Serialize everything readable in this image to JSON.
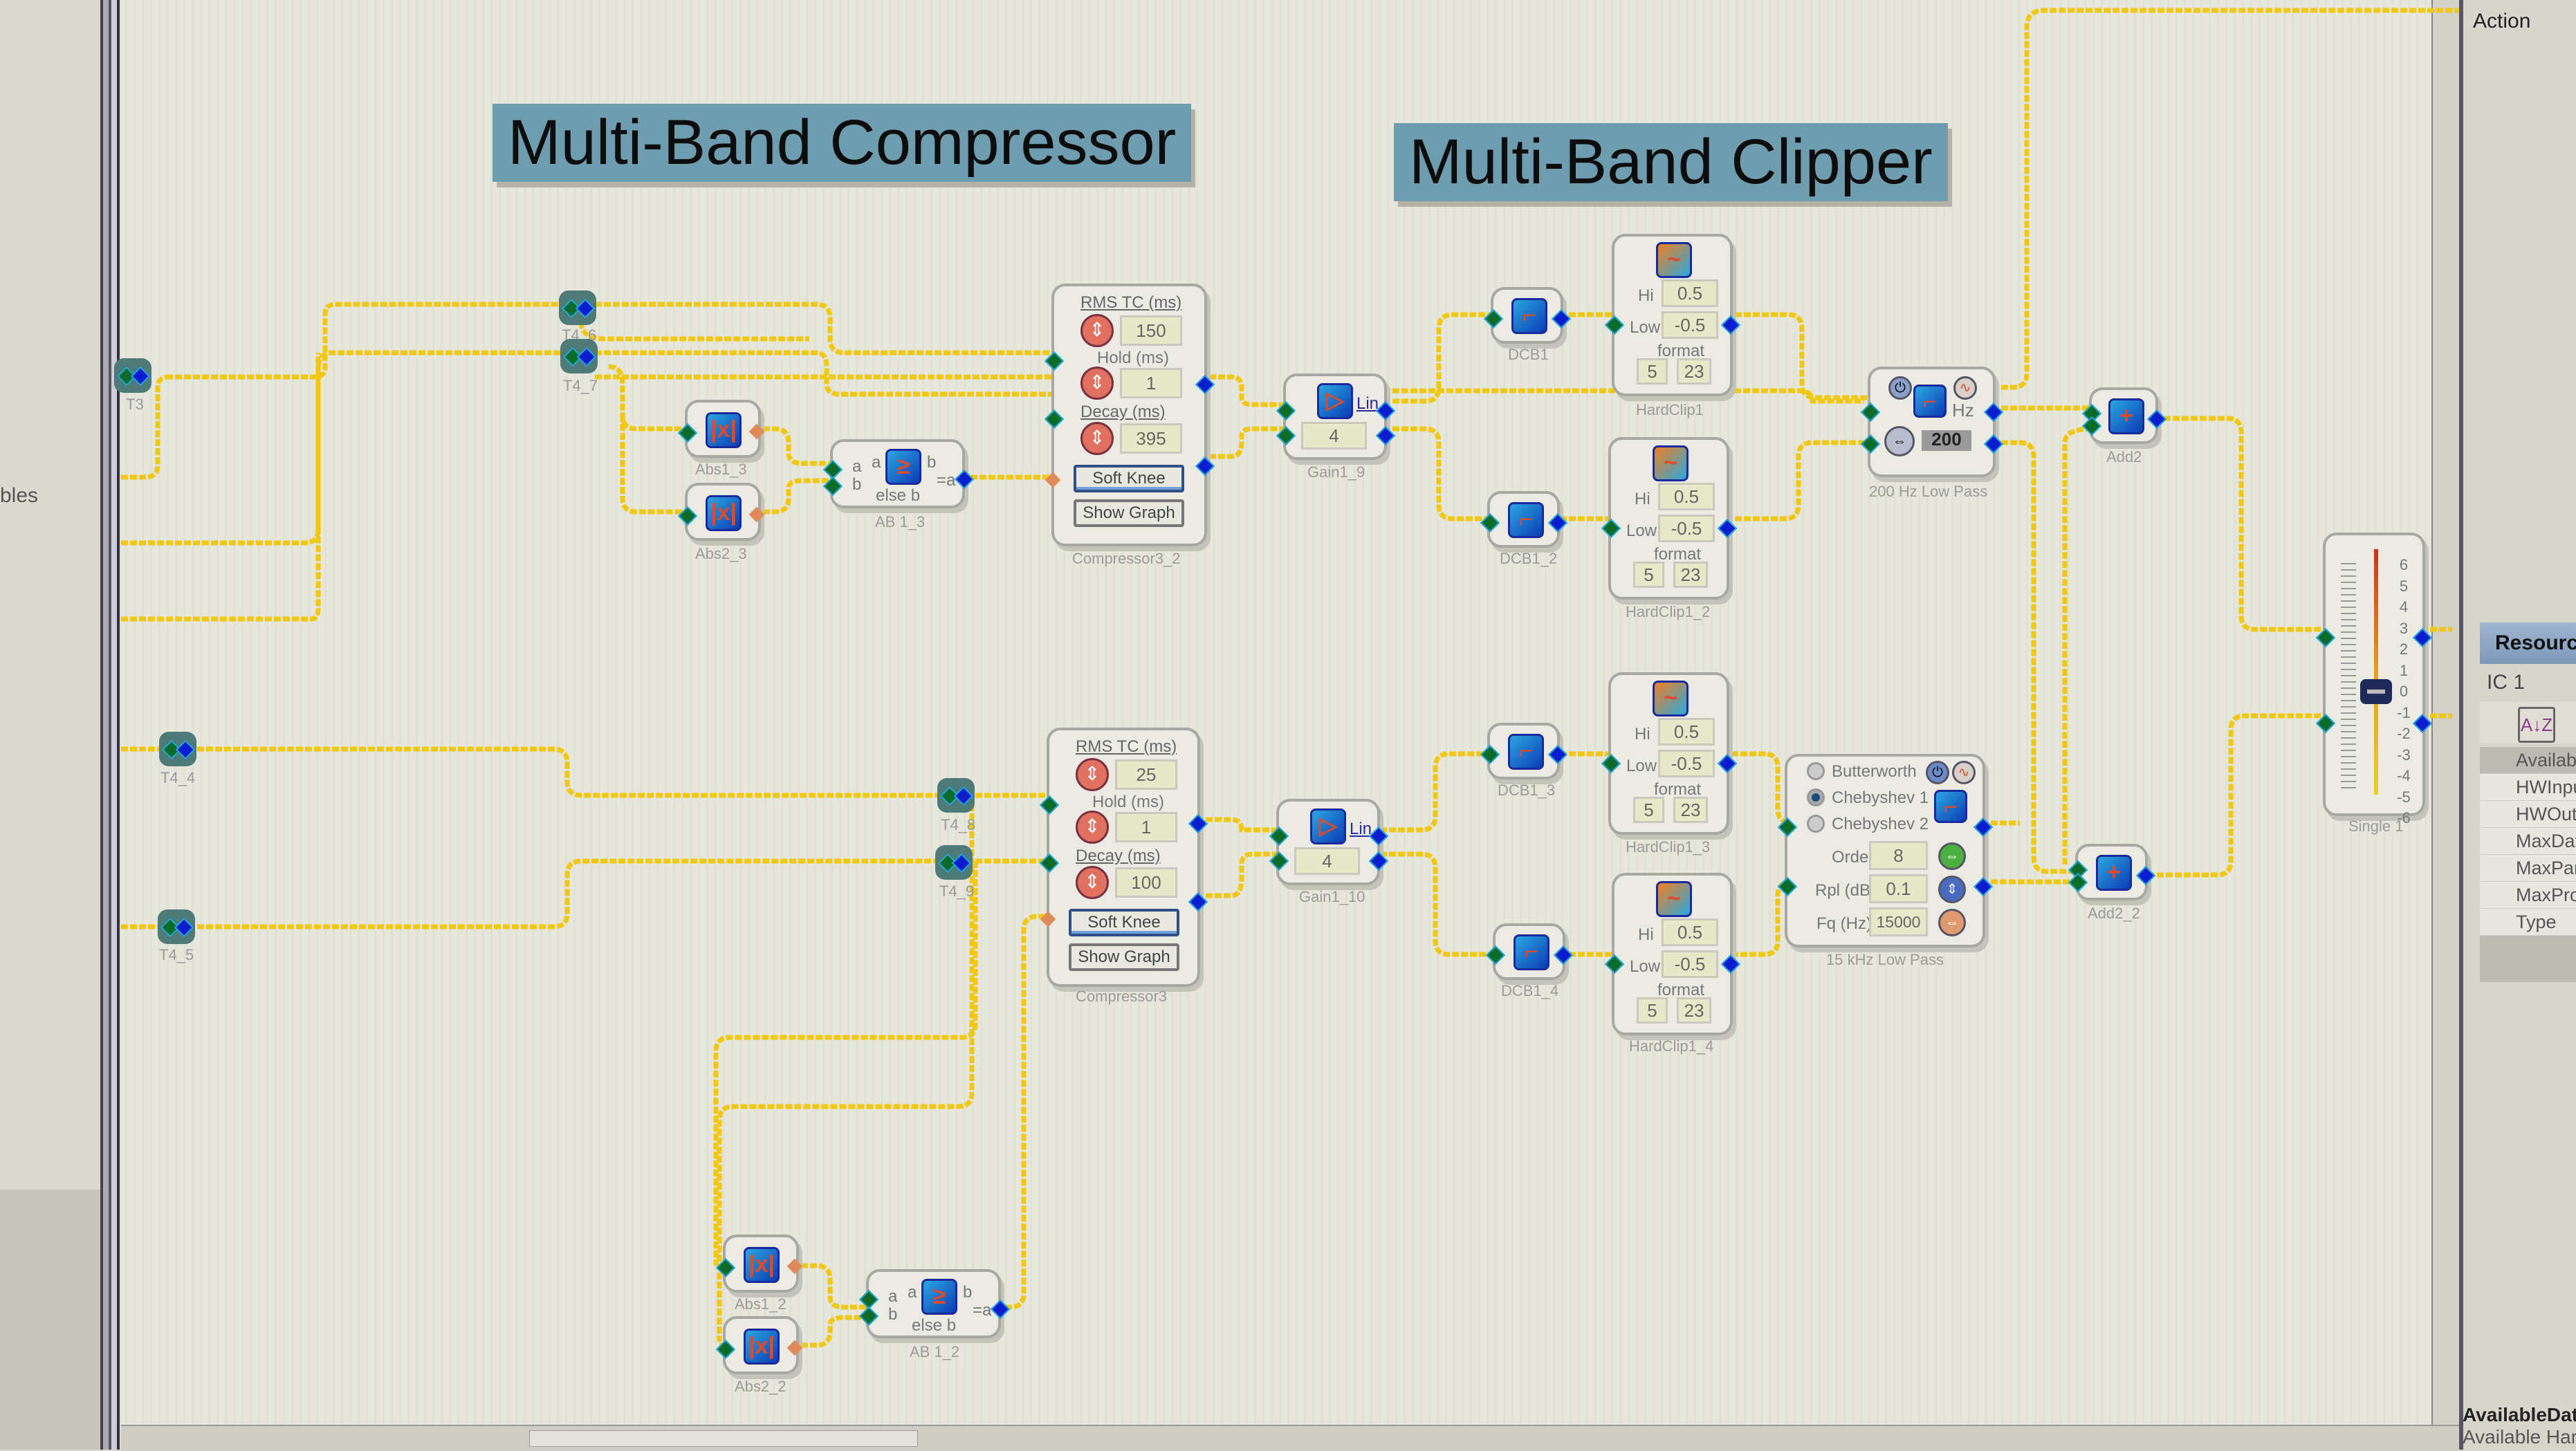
{
  "left_panel": {
    "partial_label": "bles"
  },
  "right_panel": {
    "action_header": "Action",
    "resources_title": "Resource",
    "ic_label": "IC 1",
    "sort_button": "A↓Z",
    "properties": [
      "Availab",
      "HWInpu",
      "HWOutp",
      "MaxDat",
      "MaxPar",
      "MaxPro",
      "Type"
    ],
    "bottom_title": "AvailableDat",
    "bottom_desc": "Available Hard"
  },
  "titles": {
    "compressor": "Multi-Band Compressor",
    "clipper": "Multi-Band Clipper"
  },
  "t_nodes": [
    "T3",
    "T4_6",
    "T4_7",
    "T4_4",
    "T4_5",
    "T4_8",
    "T4_9"
  ],
  "abs_blocks": [
    {
      "name": "Abs1_3",
      "icon": "|x|"
    },
    {
      "name": "Abs2_3",
      "icon": "|x|"
    },
    {
      "name": "Abs1_2",
      "icon": "|x|"
    },
    {
      "name": "Abs2_2",
      "icon": "|x|"
    }
  ],
  "ab_blocks": [
    {
      "name": "AB 1_3",
      "in_a": "a",
      "in_b": "b",
      "sym_a": "a",
      "sym_b": "b",
      "else": "else b",
      "out": "=a",
      "icon": "≥"
    },
    {
      "name": "AB 1_2",
      "in_a": "a",
      "in_b": "b",
      "sym_a": "a",
      "sym_b": "b",
      "else": "else b",
      "out": "=a",
      "icon": "≥"
    }
  ],
  "compressors": [
    {
      "name": "Compressor3_2",
      "rms_label": "RMS TC (ms)",
      "rms_value": "150",
      "hold_label": "Hold (ms)",
      "hold_value": "1",
      "decay_label": "Decay (ms)",
      "decay_value": "395",
      "soft_knee": "Soft Knee",
      "show_graph": "Show Graph"
    },
    {
      "name": "Compressor3",
      "rms_label": "RMS TC (ms)",
      "rms_value": "25",
      "hold_label": "Hold (ms)",
      "hold_value": "1",
      "decay_label": "Decay (ms)",
      "decay_value": "100",
      "soft_knee": "Soft Knee",
      "show_graph": "Show Graph"
    }
  ],
  "gains": [
    {
      "name": "Gain1_9",
      "mode": "Lin",
      "value": "4"
    },
    {
      "name": "Gain1_10",
      "mode": "Lin",
      "value": "4"
    }
  ],
  "dcbs": [
    "DCB1",
    "DCB1_2",
    "DCB1_3",
    "DCB1_4"
  ],
  "hardclips": [
    {
      "name": "HardClip1",
      "hi_label": "Hi",
      "hi": "0.5",
      "low_label": "Low",
      "low": "-0.5",
      "format_label": "format",
      "fmt_a": "5",
      "fmt_b": "23"
    },
    {
      "name": "HardClip1_2",
      "hi_label": "Hi",
      "hi": "0.5",
      "low_label": "Low",
      "low": "-0.5",
      "format_label": "format",
      "fmt_a": "5",
      "fmt_b": "23"
    },
    {
      "name": "HardClip1_3",
      "hi_label": "Hi",
      "hi": "0.5",
      "low_label": "Low",
      "low": "-0.5",
      "format_label": "format",
      "fmt_a": "5",
      "fmt_b": "23"
    },
    {
      "name": "HardClip1_4",
      "hi_label": "Hi",
      "hi": "0.5",
      "low_label": "Low",
      "low": "-0.5",
      "format_label": "format",
      "fmt_a": "5",
      "fmt_b": "23"
    }
  ],
  "lowpass200": {
    "name": "200 Hz Low Pass",
    "unit": "Hz",
    "value": "200"
  },
  "lowpass15k": {
    "name": "15 kHz Low Pass",
    "types": [
      "Butterworth",
      "Chebyshev 1",
      "Chebyshev 2"
    ],
    "selected": "Chebyshev 1",
    "order_label": "Order",
    "order": "8",
    "ripple_label": "Rpl (dB)",
    "ripple": "0.1",
    "freq_label": "Fq (Hz)",
    "freq": "15000"
  },
  "adders": [
    "Add2",
    "Add2_2"
  ],
  "fader": {
    "name": "Single 1",
    "scale": [
      "6",
      "5",
      "4",
      "3",
      "2",
      "1",
      "0",
      "-1",
      "-2",
      "-3",
      "-4",
      "-5",
      "-6"
    ],
    "value_db": 0
  },
  "hscroll_grip": "III"
}
